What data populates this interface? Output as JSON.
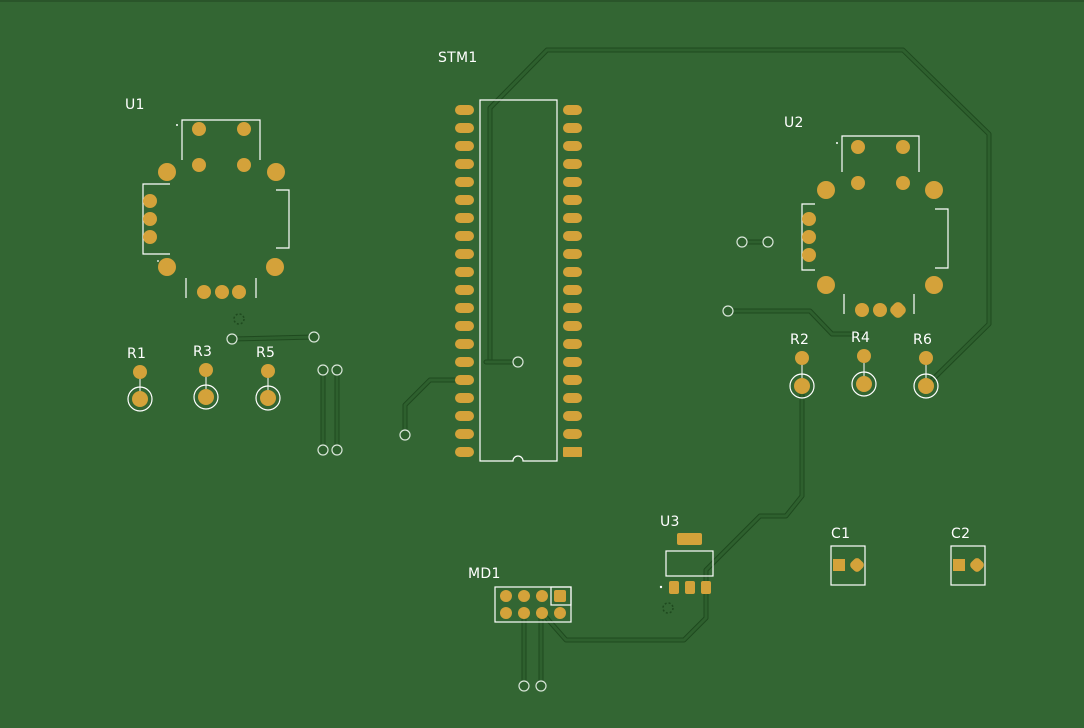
{
  "board": {
    "background_color": "#336633",
    "copper_pad_color": "#d4a23a",
    "trace_color": "#2a5a2a",
    "trace_outline_color": "#1f4a1f",
    "silkscreen_color": "#ffffff"
  },
  "designators": {
    "u1": "U1",
    "u2": "U2",
    "u3": "U3",
    "stm1": "STM1",
    "md1": "MD1",
    "r1": "R1",
    "r2": "R2",
    "r3": "R3",
    "r4": "R4",
    "r5": "R5",
    "r6": "R6",
    "c1": "C1",
    "c2": "C2"
  }
}
